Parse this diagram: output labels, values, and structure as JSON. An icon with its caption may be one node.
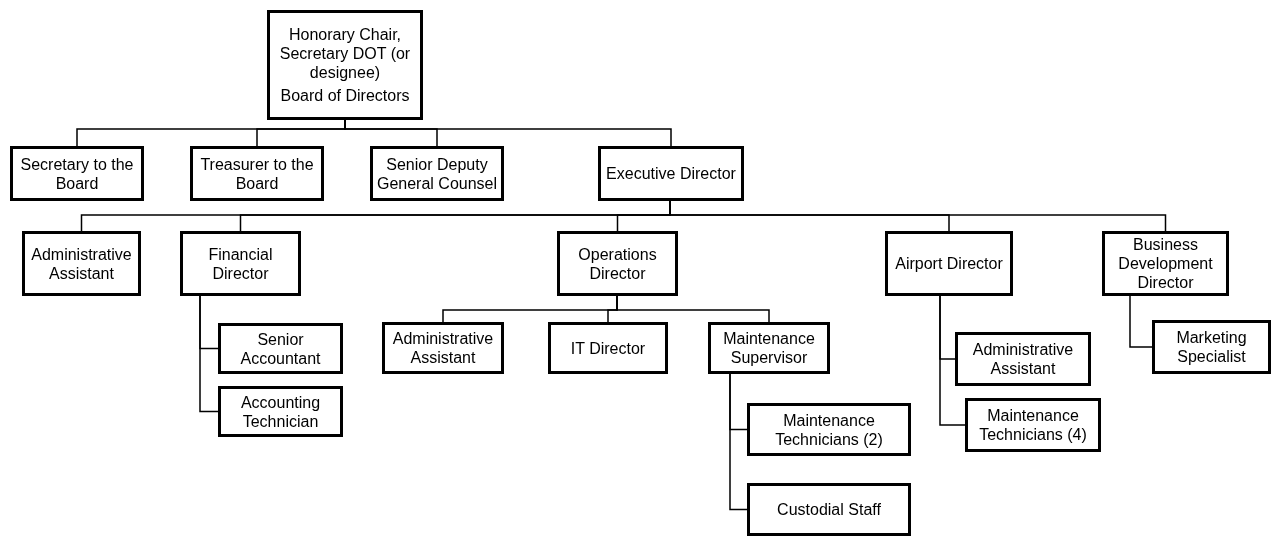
{
  "diagram": {
    "nodes": [
      {
        "text": [
          "Honorary Chair, Secretary DOT (or designee)",
          "Board of Directors"
        ]
      },
      {
        "text": [
          "Secretary to the Board"
        ]
      },
      {
        "text": [
          "Treasurer to the Board"
        ]
      },
      {
        "text": [
          "Senior Deputy General Counsel"
        ]
      },
      {
        "text": [
          "Executive Director"
        ]
      },
      {
        "text": [
          "Administrative Assistant"
        ]
      },
      {
        "text": [
          "Financial Director"
        ]
      },
      {
        "text": [
          "Operations Director"
        ]
      },
      {
        "text": [
          "Airport Director"
        ]
      },
      {
        "text": [
          "Business Development Director"
        ]
      },
      {
        "text": [
          "Senior Accountant"
        ]
      },
      {
        "text": [
          "Accounting Technician"
        ]
      },
      {
        "text": [
          "Administrative Assistant"
        ]
      },
      {
        "text": [
          "IT Director"
        ]
      },
      {
        "text": [
          "Maintenance Supervisor"
        ]
      },
      {
        "text": [
          "Maintenance Technicians (2)"
        ]
      },
      {
        "text": [
          "Custodial Staff"
        ]
      },
      {
        "text": [
          "Administrative Assistant"
        ]
      },
      {
        "text": [
          "Maintenance Technicians (4)"
        ]
      },
      {
        "text": [
          "Marketing Specialist"
        ]
      }
    ],
    "edges": [
      {
        "from": 0,
        "to": 1,
        "arrow": "none"
      },
      {
        "from": 0,
        "to": 2,
        "arrow": "none"
      },
      {
        "from": 0,
        "to": 3,
        "arrow": "none"
      },
      {
        "from": 0,
        "to": 4,
        "arrow": "none"
      },
      {
        "from": 4,
        "to": 5,
        "arrow": "none"
      },
      {
        "from": 4,
        "to": 6,
        "arrow": "none"
      },
      {
        "from": 4,
        "to": 7,
        "arrow": "none"
      },
      {
        "from": 4,
        "to": 8,
        "arrow": "none"
      },
      {
        "from": 4,
        "to": 9,
        "arrow": "none"
      },
      {
        "from": 6,
        "to": 10,
        "arrow": "none"
      },
      {
        "from": 6,
        "to": 11,
        "arrow": "none"
      },
      {
        "from": 7,
        "to": 12,
        "arrow": "none"
      },
      {
        "from": 7,
        "to": 13,
        "arrow": "none"
      },
      {
        "from": 7,
        "to": 14,
        "arrow": "none"
      },
      {
        "from": 14,
        "to": 15,
        "arrow": "none"
      },
      {
        "from": 14,
        "to": 16,
        "arrow": "none"
      },
      {
        "from": 8,
        "to": 17,
        "arrow": "none"
      },
      {
        "from": 8,
        "to": 18,
        "arrow": "none"
      },
      {
        "from": 9,
        "to": 19,
        "arrow": "none"
      }
    ]
  }
}
